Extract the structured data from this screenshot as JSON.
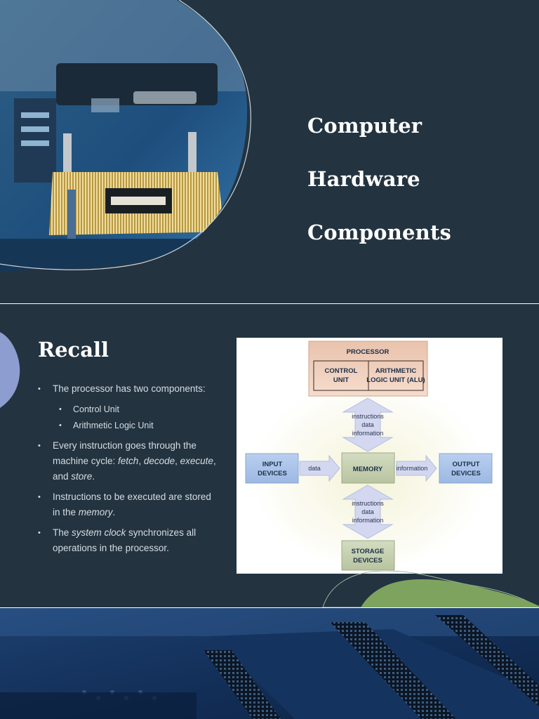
{
  "slide1": {
    "title_lines": [
      "Computer",
      "Hardware",
      "Components"
    ]
  },
  "slide2": {
    "title": "Recall",
    "bullets": {
      "b1": "The processor has two components:",
      "b1_sub1": "Control Unit",
      "b1_sub2": "Arithmetic Logic Unit",
      "b2_pre": "Every instruction goes through the machine cycle: ",
      "b2_fetch": "fetch",
      "b2_sep1": ", ",
      "b2_decode": "decode",
      "b2_sep2": ", ",
      "b2_execute": "execute",
      "b2_and": ", and ",
      "b2_store": "store",
      "b2_end": ".",
      "b3_pre": "Instructions to be executed are stored in the ",
      "b3_memory": "memory",
      "b3_end": ".",
      "b4_pre": "The ",
      "b4_clock": "system clock",
      "b4_post": " synchronizes all operations in the processor."
    },
    "diagram": {
      "processor": "PROCESSOR",
      "control_unit_1": "CONTROL",
      "control_unit_2": "UNIT",
      "alu_1": "ARITHMETIC",
      "alu_2": "LOGIC UNIT (ALU)",
      "top_arrow_1": "instructions",
      "top_arrow_2": "data",
      "top_arrow_3": "information",
      "input_1": "INPUT",
      "input_2": "DEVICES",
      "data_label": "data",
      "memory": "MEMORY",
      "information_label": "information",
      "output_1": "OUTPUT",
      "output_2": "DEVICES",
      "bottom_arrow_1": "instructions",
      "bottom_arrow_2": "data",
      "bottom_arrow_3": "information",
      "storage_1": "STORAGE",
      "storage_2": "DEVICES"
    }
  },
  "colors": {
    "slide_bg": "#233340",
    "processor_box": "#f0c9b5",
    "device_box": "#a9c3e8",
    "memory_box": "#c9d3b4",
    "arrow_fill": "#d3d8f0",
    "accent_green": "#7ea35e",
    "accent_blue": "#8d9dd0"
  }
}
